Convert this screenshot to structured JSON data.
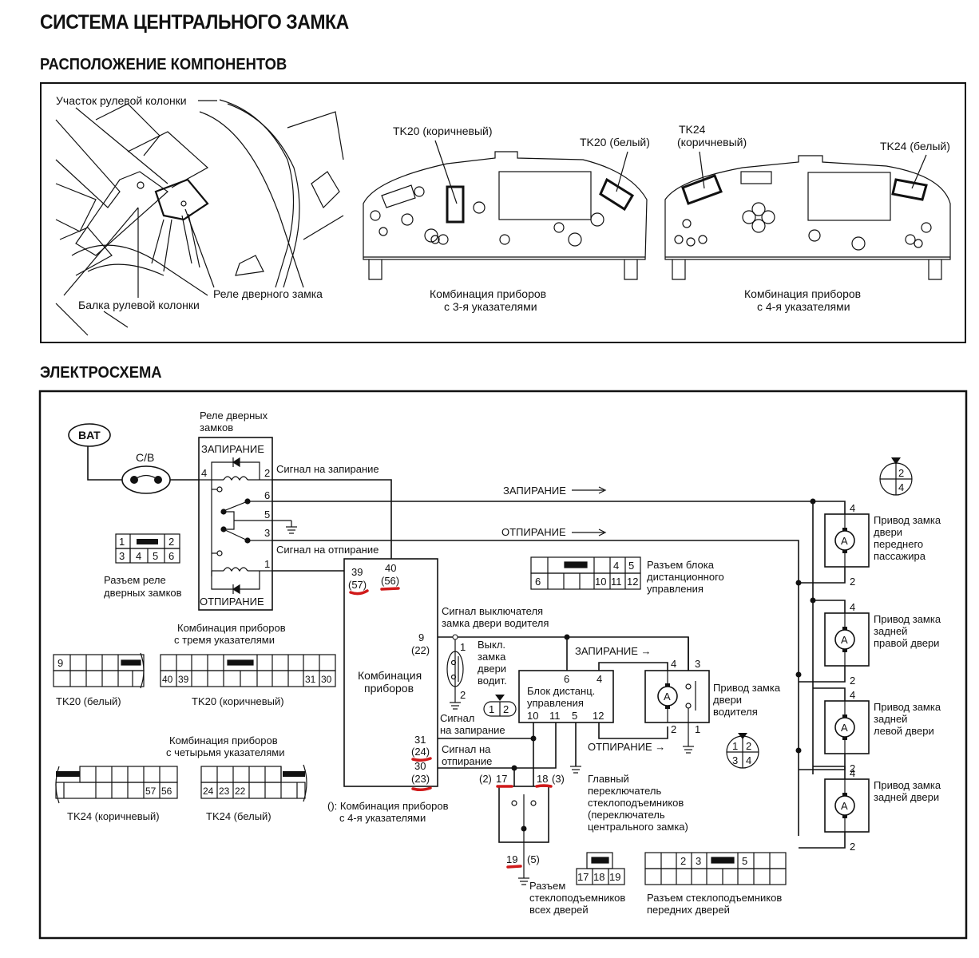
{
  "title": "СИСТЕМА ЦЕНТРАЛЬНОГО ЗАМКА",
  "sections": {
    "components": "РАСПОЛОЖЕНИЕ КОМПОНЕНТОВ",
    "schematic": "ЭЛЕКТРОСХЕМА"
  },
  "components_panel": {
    "steering_area": "Участок рулевой колонки",
    "steering_beam": "Балка рулевой колонки",
    "door_lock_relay": "Реле дверного замка",
    "cluster3": {
      "tk20_brown": "TK20 (коричневый)",
      "tk20_white": "TK20 (белый)",
      "caption_line1": "Комбинация приборов",
      "caption_line2": "с 3-я указателями"
    },
    "cluster4": {
      "tk24_brown_line1": "TK24",
      "tk24_brown_line2": "(коричневый)",
      "tk24_white": "TK24 (белый)",
      "caption_line1": "Комбинация приборов",
      "caption_line2": "с 4-я указателями"
    }
  },
  "schematic": {
    "bat": "BAT",
    "cb": "C/B",
    "relay": {
      "title_line1": "Реле дверных",
      "title_line2": "замков",
      "lock": "ЗАПИРАНИЕ",
      "unlock": "ОТПИРАНИЕ",
      "pins": [
        "4",
        "2",
        "6",
        "5",
        "3",
        "1"
      ]
    },
    "lock_signal": "Сигнал на запирание",
    "unlock_signal": "Сигнал на отпирание",
    "bus_lock": "ЗАПИРАНИЕ",
    "bus_unlock": "ОТПИРАНИЕ",
    "relay_connector": {
      "top": [
        "1",
        "",
        "2"
      ],
      "bottom": [
        "3",
        "4",
        "5",
        "6"
      ],
      "caption_line1": "Разъем реле",
      "caption_line2": "дверных замков"
    },
    "cluster": {
      "label_line1": "Комбинация",
      "label_line2": "приборов",
      "pin39": "39",
      "pin39_alt": "(57)",
      "pin40": "40",
      "pin40_alt": "(56)",
      "pin9": "9",
      "pin9_alt": "(22)",
      "pin31": "31",
      "pin31_alt": "(24)",
      "pin30": "30",
      "pin30_alt": "(23)",
      "note_line1": "(): Комбинация приборов",
      "note_line2": "с 4-я указателями"
    },
    "driver_switch_signal_line1": "Сигнал выключателя",
    "driver_switch_signal_line2": "замка двери водителя",
    "driver_switch": {
      "label_line1": "Выкл.",
      "label_line2": "замка",
      "label_line3": "двери",
      "label_line4": "водит.",
      "pin1": "1",
      "pin2": "2",
      "conn": [
        "1",
        "2"
      ]
    },
    "signal_lock_line1": "Сигнал",
    "signal_lock_line2": "на запирание",
    "signal_unlock_line1": "Сигнал на",
    "signal_unlock_line2": "отпирание",
    "remote_unit": {
      "label_line1": "Блок дистанц.",
      "label_line2": "управления",
      "pins_top": [
        "6",
        "4"
      ],
      "pins_bottom": [
        "10",
        "11",
        "5",
        "12"
      ]
    },
    "remote_connector": {
      "top": [
        "",
        "",
        "",
        "",
        "4",
        "5"
      ],
      "bottom": [
        "6",
        "",
        "",
        "10",
        "11",
        "12"
      ],
      "caption_line1": "Разъем блока",
      "caption_line2": "дистанционного",
      "caption_line3": "управления"
    },
    "driver_actuator": {
      "label_line1": "Привод замка",
      "label_line2": "двери",
      "label_line3": "водителя",
      "pins": [
        "4",
        "3",
        "2",
        "1"
      ],
      "lock_arrow": "ЗАПИРАНИЕ →",
      "unlock_arrow": "ОТПИРАНИЕ →",
      "conn": [
        "1",
        "2",
        "3",
        "4"
      ]
    },
    "main_switch": {
      "pin17": "17",
      "pin17_alt": "(2)",
      "pin18": "18",
      "pin18_alt": "(3)",
      "pin19": "19",
      "pin19_alt": "(5)",
      "label_line1": "Главный",
      "label_line2": "переключатель",
      "label_line3": "стеклоподъемников",
      "label_line4": "(переключатель",
      "label_line5": "центрального замка)"
    },
    "all_doors_connector": {
      "pins": [
        "17",
        "18",
        "19"
      ],
      "caption_line1": "Разъем",
      "caption_line2": "стеклоподъемников",
      "caption_line3": "всех дверей"
    },
    "front_doors_connector": {
      "top": [
        "",
        "",
        "2",
        "3",
        "",
        "5",
        "",
        ""
      ],
      "caption_line1": "Разъем стеклоподъемников",
      "caption_line2": "передних дверей"
    },
    "actuator_connector": [
      "2",
      "4"
    ],
    "actuators": [
      {
        "label_line1": "Привод замка",
        "label_line2": "двери",
        "label_line3": "переднего",
        "label_line4": "пассажира",
        "pin_top": "4",
        "pin_bottom": "2"
      },
      {
        "label_line1": "Привод замка",
        "label_line2": "задней",
        "label_line3": "правой двери",
        "label_line4": "",
        "pin_top": "4",
        "pin_bottom": "2"
      },
      {
        "label_line1": "Привод замка",
        "label_line2": "задней",
        "label_line3": "левой двери",
        "label_line4": "",
        "pin_top": "4",
        "pin_bottom": "2"
      },
      {
        "label_line1": "Привод замка",
        "label_line2": "задней двери",
        "label_line3": "",
        "label_line4": "",
        "pin_top": "4",
        "pin_bottom": "2"
      }
    ],
    "motor_symbol": "A",
    "cluster3_connectors": {
      "title_line1": "Комбинация приборов",
      "title_line2": "с тремя указателями",
      "tk20_white_pin": "9",
      "tk20_white_label": "TK20 (белый)",
      "tk20_brown_pins": [
        "40",
        "39",
        "31",
        "30"
      ],
      "tk20_brown_label": "TK20 (коричневый)"
    },
    "cluster4_connectors": {
      "title_line1": "Комбинация приборов",
      "title_line2": "с четырьмя указателями",
      "tk24_brown_pins": [
        "57",
        "56"
      ],
      "tk24_brown_label": "TK24 (коричневый)",
      "tk24_white_pins": [
        "24",
        "23",
        "22"
      ],
      "tk24_white_label": "TK24 (белый)"
    }
  },
  "colors": {
    "ink": "#111111",
    "highlight": "#d01a1a"
  }
}
